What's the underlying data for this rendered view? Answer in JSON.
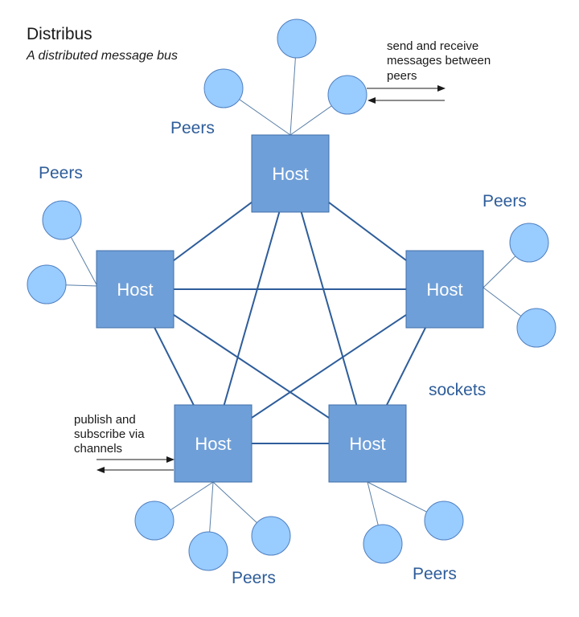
{
  "diagram": {
    "title": "Distribus",
    "subtitle": "A distributed message bus",
    "sockets_label": "sockets",
    "peers_label": "Peers",
    "hosts": [
      {
        "id": "top",
        "label": "Host"
      },
      {
        "id": "left",
        "label": "Host"
      },
      {
        "id": "right",
        "label": "Host"
      },
      {
        "id": "bottom-left",
        "label": "Host"
      },
      {
        "id": "bottom-right",
        "label": "Host"
      }
    ],
    "notes": {
      "send_receive": [
        "send and receive",
        "messages between",
        "peers"
      ],
      "publish_subscribe": [
        "publish and",
        "subscribe via",
        "channels"
      ]
    },
    "colors": {
      "host_fill": "#6f9fd8",
      "host_stroke": "#3f6fa8",
      "edge": "#2e5d9a",
      "peer_fill": "#99ccff",
      "peer_stroke": "#4f7fbf",
      "peer_line": "#5a7fa8",
      "arrow": "#1a1a1a"
    }
  }
}
